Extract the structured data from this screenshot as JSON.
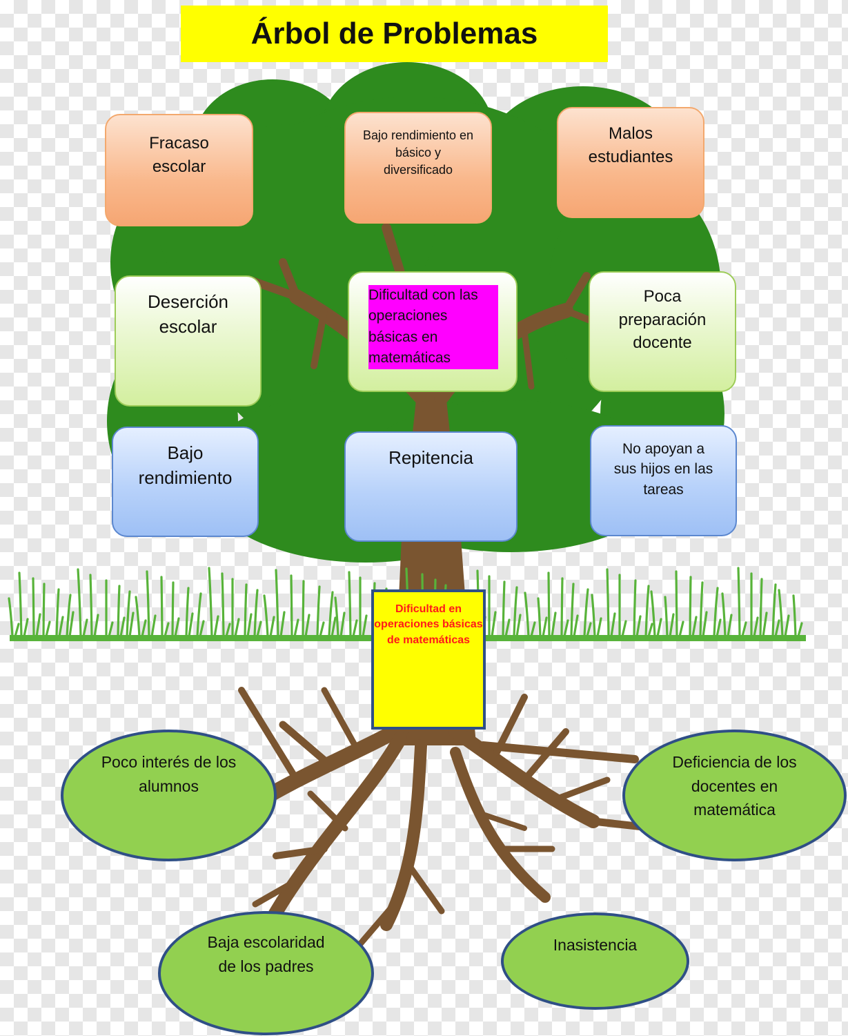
{
  "title": "Árbol de Problemas",
  "effects": [
    {
      "id": "fracaso",
      "text": "Fracaso escolar"
    },
    {
      "id": "bajo-basico",
      "text": "Bajo rendimiento en básico y diversificado"
    },
    {
      "id": "malos",
      "text": "Malos estudiantes"
    }
  ],
  "middle": [
    {
      "id": "desercion",
      "text": "Deserción escolar"
    },
    {
      "id": "dificultad-ops",
      "text": "Dificultad con las operaciones básicas en matemáticas"
    },
    {
      "id": "poca-prep",
      "text": "Poca preparación docente"
    }
  ],
  "lower": [
    {
      "id": "bajo-rend",
      "text": "Bajo rendimiento"
    },
    {
      "id": "repitencia",
      "text": "Repitencia"
    },
    {
      "id": "no-apoyan",
      "text": "No apoyan a sus hijos en las tareas"
    }
  ],
  "core_problem": "Dificultad en operaciones básicas de matemáticas",
  "causes": [
    {
      "id": "poco-interes",
      "text": "Poco interés de los alumnos"
    },
    {
      "id": "deficiencia",
      "text": "Deficiencia de los docentes en matemática"
    },
    {
      "id": "baja-escolaridad",
      "text": "Baja escolaridad de los padres"
    },
    {
      "id": "inasistencia",
      "text": "Inasistencia"
    }
  ],
  "colors": {
    "title_bg": "#ffff00",
    "crown": "#2e8b1e",
    "trunk": "#7a5530",
    "grass": "#58b33a",
    "effect_box": "#f9b88c",
    "middle_box": "#d3ef9f",
    "lower_box": "#9ec0f5",
    "highlight": "#ff00ff",
    "core_text": "#ff1a1a",
    "cause_oval": "#92d050",
    "border_blue": "#2f4f86"
  }
}
